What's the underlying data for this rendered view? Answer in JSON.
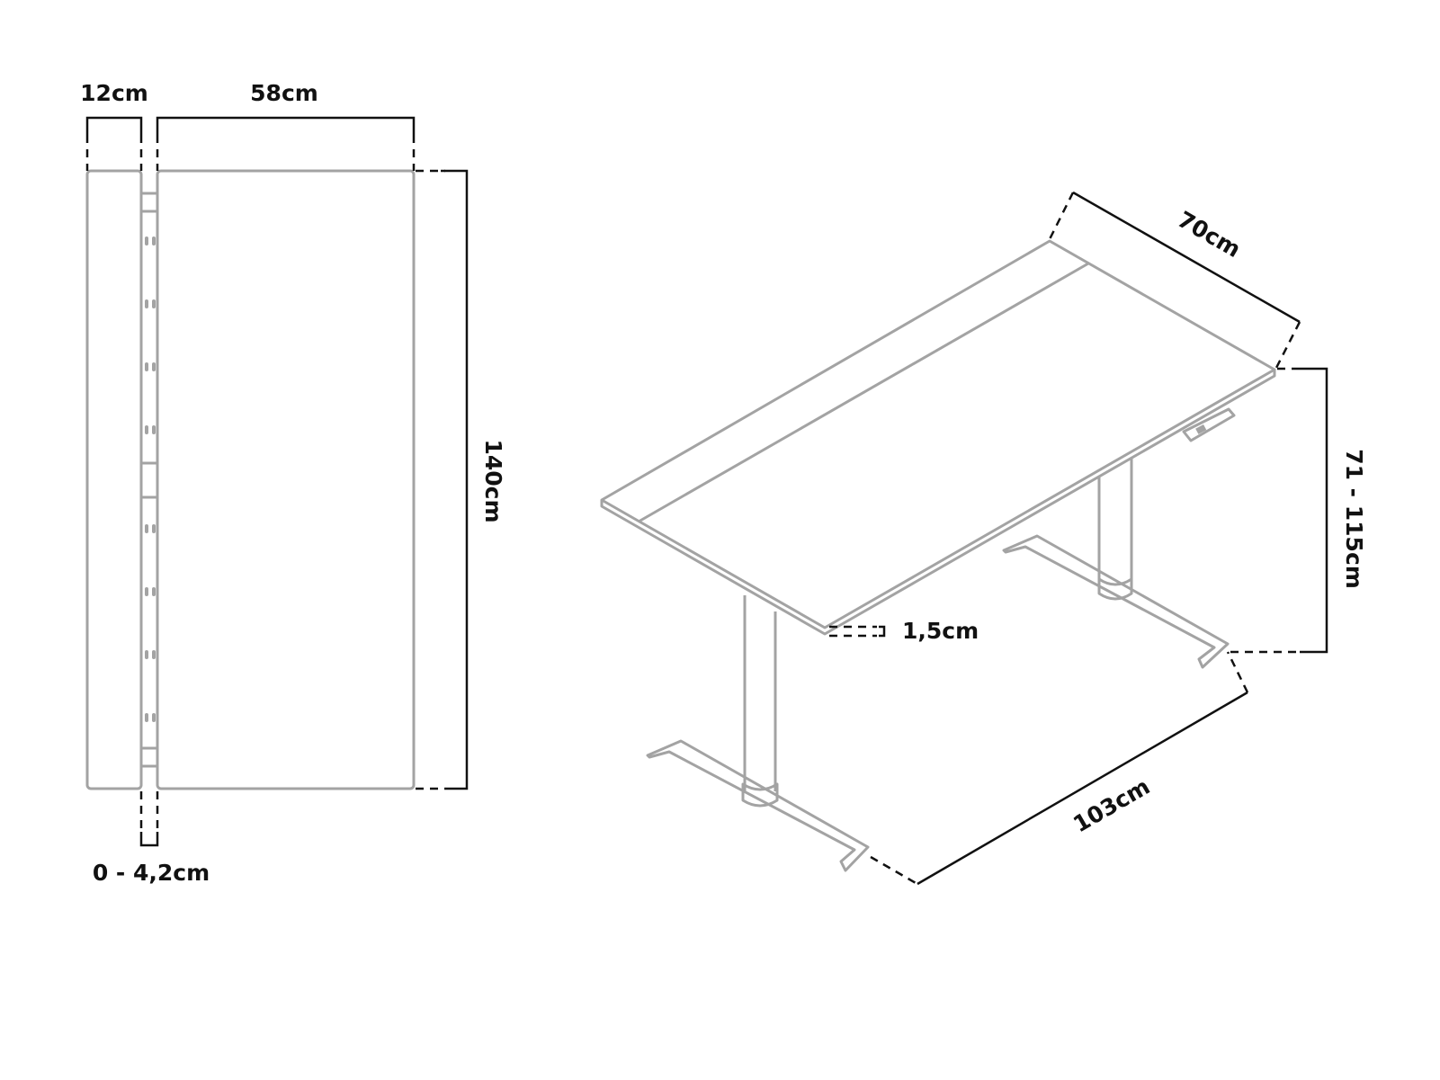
{
  "top_view": {
    "labels": {
      "return_width": "12cm",
      "main_depth": "58cm",
      "length": "140cm",
      "gap": "0 - 4,2cm"
    }
  },
  "perspective_view": {
    "labels": {
      "depth": "70cm",
      "height_range": "71 - 115cm",
      "thickness": "1,5cm",
      "width": "103cm"
    }
  },
  "colors": {
    "outline": "#a3a3a3",
    "dimension": "#111111"
  }
}
